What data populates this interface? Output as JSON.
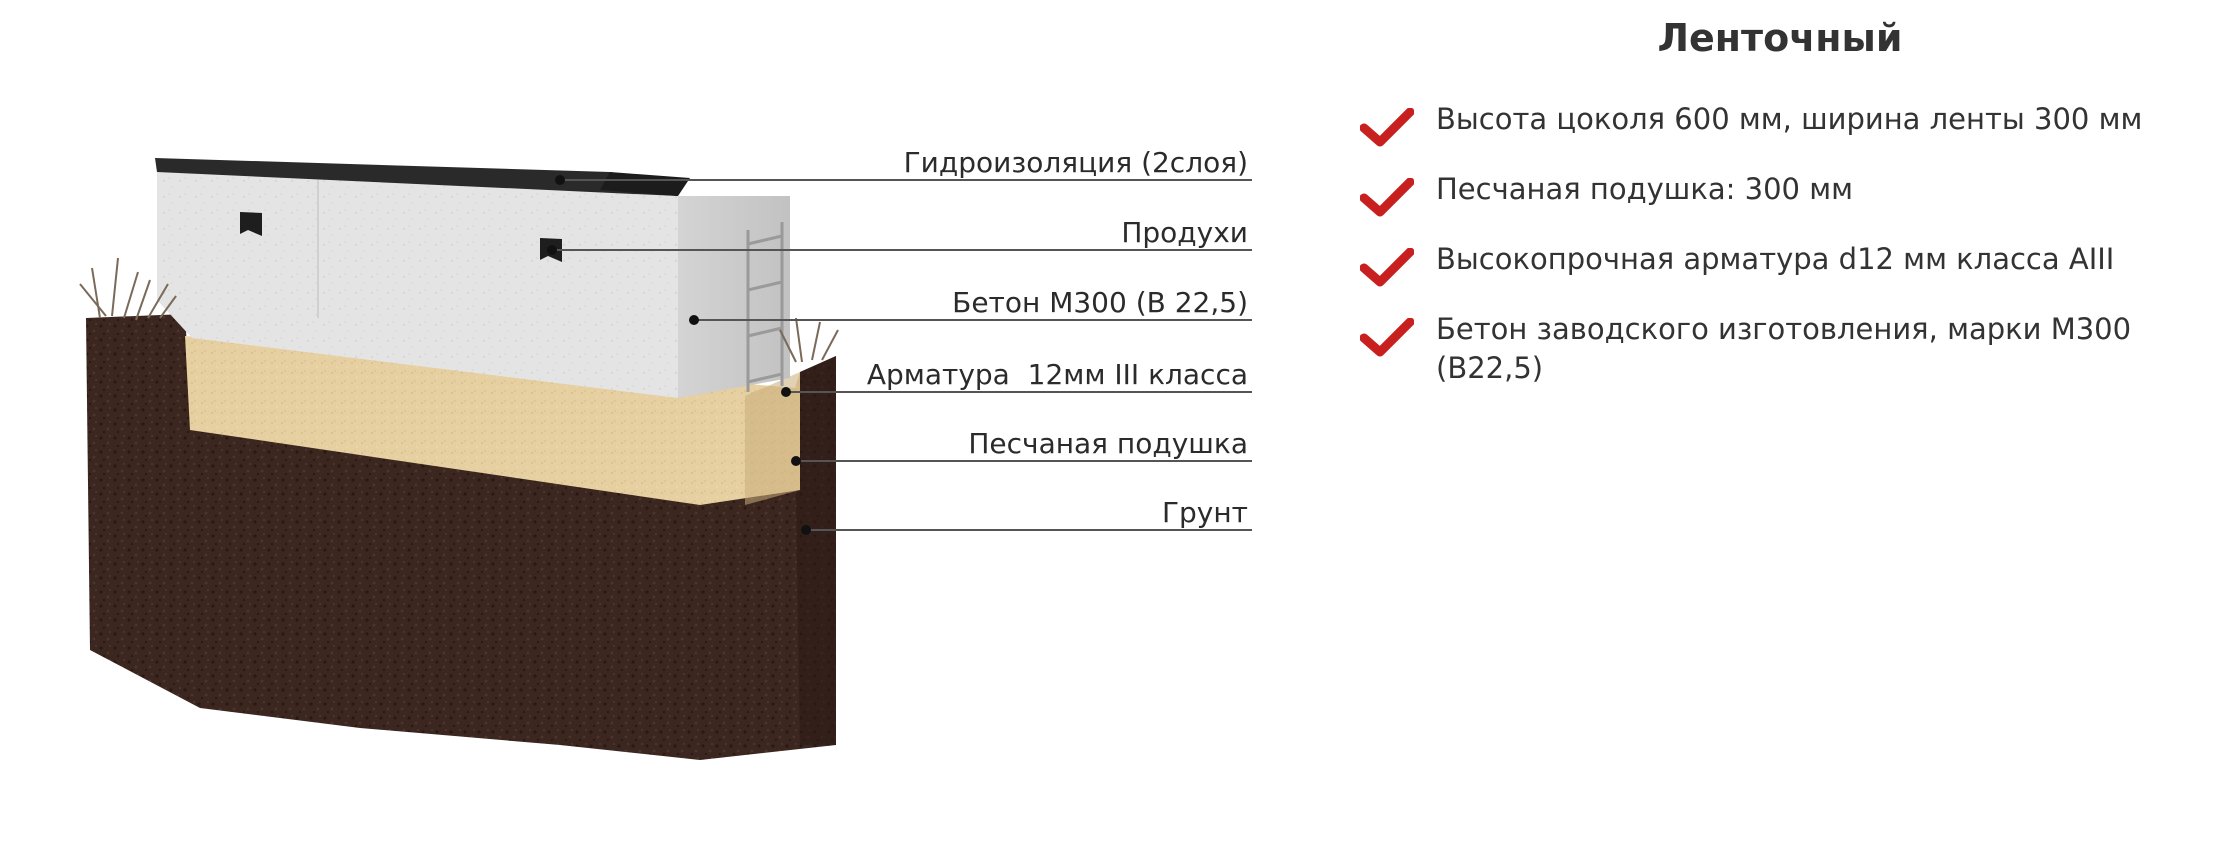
{
  "diagram": {
    "labels": [
      "Гидроизоляция (2слоя)",
      "Продухи",
      "Бетон М300 (В 22,5)",
      "Арматура  12мм III класса",
      "Песчаная подушка",
      "Грунт"
    ]
  },
  "panel": {
    "title": "Ленточный",
    "check_color": "#c8201e",
    "check_icon": "checkmark-icon",
    "items": [
      "Высота цоколя 600 мм, ширина ленты 300 мм",
      "Песчаная подушка: 300 мм",
      "Высокопрочная арматура d12 мм класса AIII",
      "Бетон заводского изготовления, марки М300 (В22,5)"
    ]
  }
}
